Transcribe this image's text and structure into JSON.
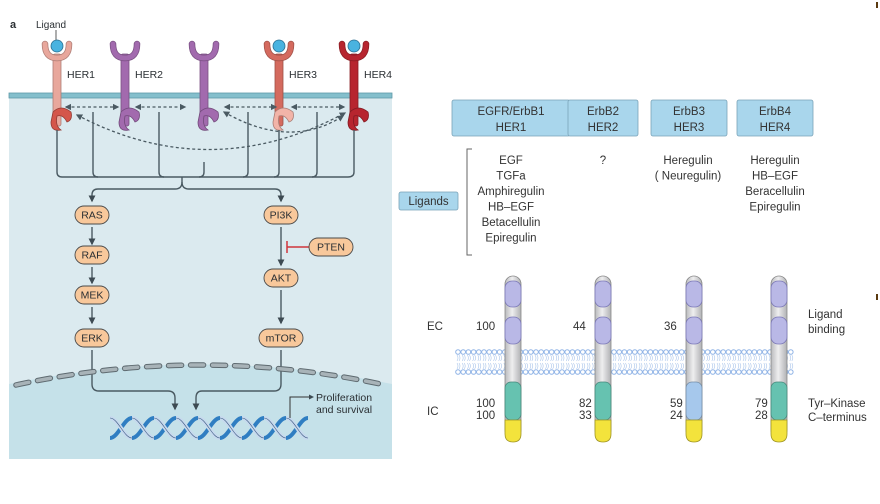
{
  "panel_a": {
    "panel_label": "a",
    "ligand_label": "Ligand",
    "receptors": [
      {
        "name": "HER1",
        "color": "#e8a79c",
        "bound": true
      },
      {
        "name": "HER2",
        "color": "#a26aae",
        "bound": false
      },
      {
        "name": "",
        "color": "#a26aae",
        "bound": false
      },
      {
        "name": "HER3",
        "color": "#d46a5e",
        "bound": true
      },
      {
        "name": "HER4",
        "color": "#b7252f",
        "bound": true
      }
    ],
    "pathway_left": [
      "RAS",
      "RAF",
      "MEK",
      "ERK"
    ],
    "pathway_right": [
      "PI3K",
      "AKT",
      "mTOR"
    ],
    "inhibitor": "PTEN",
    "outcome": [
      "Proliferation",
      "and survival"
    ],
    "colors": {
      "cytoplasm": "#dbeaef",
      "nucleus": "#c4e0e8",
      "membrane": "#7fb9c7",
      "node_fill": "#f8c89b",
      "inhibit": "#d0343c",
      "ligand": "#49b3e0"
    }
  },
  "panel_b": {
    "receptor_headers": [
      [
        "EGFR/ErbB1",
        "HER1"
      ],
      [
        "ErbB2",
        "HER2"
      ],
      [
        "ErbB3",
        "HER3"
      ],
      [
        "ErbB4",
        "HER4"
      ]
    ],
    "ligands_label": "Ligands",
    "ligands": [
      [
        "EGF",
        "TGFa",
        "Amphiregulin",
        "HB–EGF",
        "Betacellulin",
        "Epiregulin"
      ],
      [
        "?"
      ],
      [
        "Heregulin",
        "( Neuregulin)"
      ],
      [
        "Heregulin",
        "HB–EGF",
        "Beracellulin",
        "Epiregulin"
      ]
    ],
    "ec_label": "EC",
    "ic_label": "IC",
    "ec_values": [
      "100",
      "44",
      "36",
      ""
    ],
    "ic_values": [
      [
        "100",
        "100"
      ],
      [
        "82",
        "33"
      ],
      [
        "59",
        "24"
      ],
      [
        "79",
        "28"
      ]
    ],
    "right_labels": {
      "ligand_binding": [
        "Ligand",
        "binding"
      ],
      "intracellular": [
        "Tyr–Kinase",
        "C–terminus"
      ]
    },
    "colors": {
      "header_fill": "#a9d6ec",
      "ecd": "#b9b8e6",
      "kinase": "#66c2b0",
      "kinase_her3": "#a6c8ec",
      "cterm": "#f3e33c",
      "lipid": "#8fb3e6"
    }
  }
}
